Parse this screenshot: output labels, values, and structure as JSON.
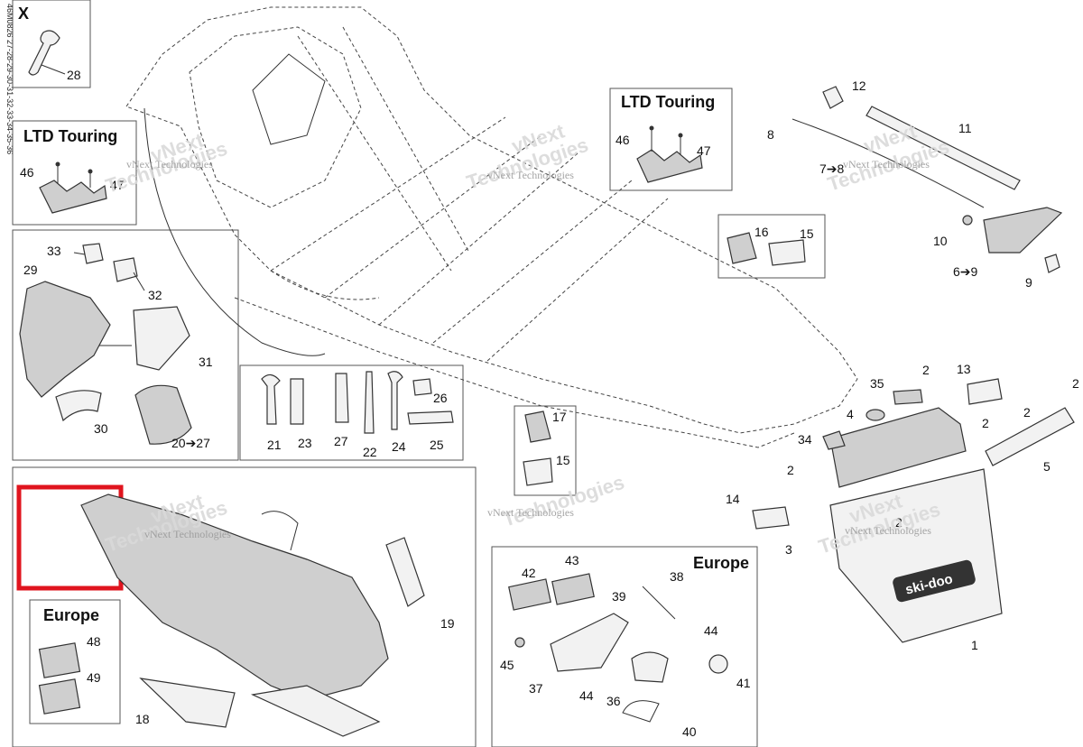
{
  "side_code": "46M0826 27-28-29-30-31-32-33-34-35-36",
  "watermark": {
    "brand": "vNext",
    "line2": "Technologies",
    "small": "vNext Technologies"
  },
  "boxes": {
    "x": {
      "title": "X",
      "label": "28"
    },
    "ltd_left": {
      "title": "LTD Touring",
      "labels": [
        "46",
        "47"
      ]
    },
    "ltd_right": {
      "title": "LTD Touring",
      "labels": [
        "46",
        "47"
      ]
    },
    "europe_bottom": {
      "title": "Europe",
      "labels": [
        "48",
        "49"
      ]
    },
    "europe_right": {
      "title": "Europe"
    }
  },
  "callouts": {
    "c1": "1",
    "c2a": "2",
    "c2b": "2",
    "c2c": "2",
    "c2d": "2",
    "c2e": "2",
    "c2f": "2",
    "c3": "3",
    "c4": "4",
    "c5": "5",
    "c6": "6➔9",
    "c7": "7➔8",
    "c8": "8",
    "c9": "9",
    "c10": "10",
    "c11": "11",
    "c12": "12",
    "c13": "13",
    "c14": "14",
    "c15a": "15",
    "c15b": "15",
    "c16": "16",
    "c17": "17",
    "c18": "18",
    "c19": "19",
    "c20": "20➔27",
    "c21": "21",
    "c22": "22",
    "c23": "23",
    "c24": "24",
    "c25": "25",
    "c26": "26",
    "c27": "27",
    "c29": "29",
    "c30": "30",
    "c31": "31",
    "c32": "32",
    "c33": "33",
    "c34": "34",
    "c35": "35",
    "c36": "36",
    "c37": "37",
    "c38": "38",
    "c39": "39",
    "c40": "40",
    "c41": "41",
    "c42": "42",
    "c43": "43",
    "c44a": "44",
    "c44b": "44",
    "c45": "45"
  },
  "brand_logo": "ski-doo",
  "highlight_color": "#e0141e"
}
